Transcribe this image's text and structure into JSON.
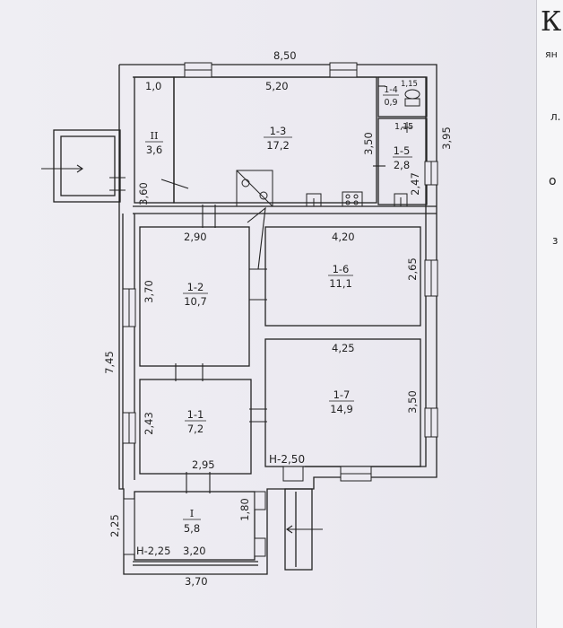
{
  "overall": {
    "top_width": "8,50",
    "bottom_width": "3,70",
    "left_height": "7,45",
    "right_height": "3,95"
  },
  "rooms": [
    {
      "id": "II",
      "area": "3,6"
    },
    {
      "id": "1-3",
      "area": "17,2"
    },
    {
      "id": "1-4",
      "area": "0,9"
    },
    {
      "id": "1-5",
      "area": "2,8"
    },
    {
      "id": "1-2",
      "area": "10,7"
    },
    {
      "id": "1-6",
      "area": "11,1"
    },
    {
      "id": "1-1",
      "area": "7,2"
    },
    {
      "id": "1-7",
      "area": "14,9"
    },
    {
      "id": "I",
      "area": "5,8"
    }
  ],
  "dimensions": {
    "d_1_0": "1,0",
    "d_5_20": "5,20",
    "d_1_15_a": "1,15",
    "d_1_15_b": "1,15",
    "d_3_50_a": "3,50",
    "d_2_47": "2,47",
    "d_3_60": "3,60",
    "d_2_90": "2,90",
    "d_4_20": "4,20",
    "d_3_70": "3,70",
    "d_2_65": "2,65",
    "d_4_25": "4,25",
    "d_2_43": "2,43",
    "d_3_50_b": "3,50",
    "d_2_95": "2,95",
    "d_h_2_50": "Н-2,50",
    "d_2_25": "2,25",
    "d_1_80": "1,80",
    "d_h_2_25": "Н-2,25",
    "d_3_20": "3,20"
  },
  "margin_fragments": {
    "letter_k": "К",
    "frag_ya": "ян",
    "frag_l": "л.",
    "frag_o": "о",
    "frag_z": "з"
  },
  "colors": {
    "ink": "#222222",
    "paper": "#eceaf1"
  }
}
